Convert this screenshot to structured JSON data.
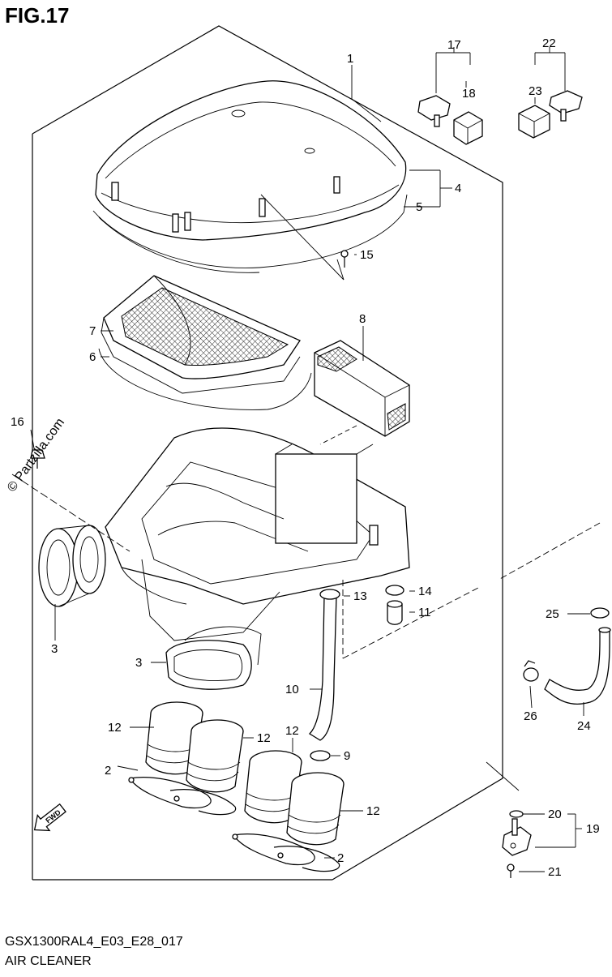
{
  "figure": {
    "title": "FIG.17",
    "code": "GSX1300RAL4_E03_E28_017",
    "name": "AIR CLEANER",
    "watermark": "© Partzilla.com",
    "fwd_label": "FWD"
  },
  "callouts": [
    "1",
    "2",
    "2",
    "3",
    "3",
    "4",
    "5",
    "6",
    "7",
    "8",
    "9",
    "10",
    "11",
    "12",
    "12",
    "12",
    "12",
    "13",
    "14",
    "15",
    "16",
    "17",
    "18",
    "19",
    "20",
    "21",
    "22",
    "23",
    "24",
    "25",
    "26"
  ]
}
